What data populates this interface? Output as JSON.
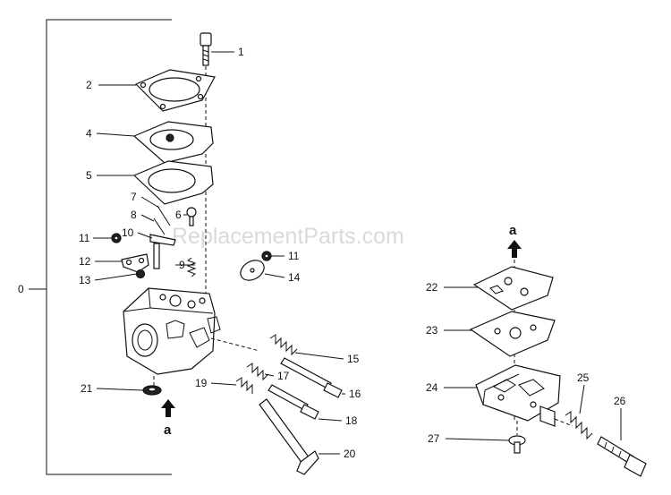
{
  "watermark": "ReplacementParts.com",
  "assembly_label": "0",
  "labels": {
    "p1": "1",
    "p2": "2",
    "p4": "4",
    "p5": "5",
    "p6": "6",
    "p7": "7",
    "p8": "8",
    "p9": "9",
    "p10": "10",
    "p11a": "11",
    "p11b": "11",
    "p12": "12",
    "p13": "13",
    "p14": "14",
    "p15": "15",
    "p16": "16",
    "p17": "17",
    "p18": "18",
    "p19": "19",
    "p20": "20",
    "p21": "21",
    "p22": "22",
    "p23": "23",
    "p24": "24",
    "p25": "25",
    "p26": "26",
    "p27": "27"
  },
  "arrow_labels": {
    "left": "a",
    "right": "a"
  }
}
